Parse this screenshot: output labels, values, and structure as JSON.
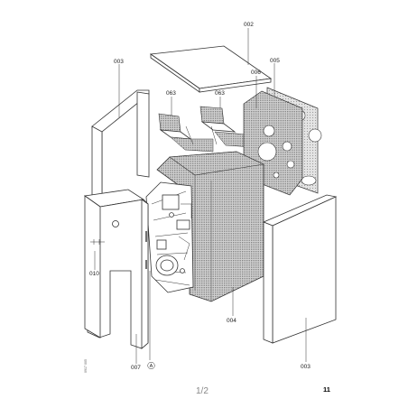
{
  "diagram": {
    "parts": [
      {
        "id": "p002",
        "label": "002"
      },
      {
        "id": "p003a",
        "label": "003"
      },
      {
        "id": "p063a",
        "label": "063"
      },
      {
        "id": "p063b",
        "label": "063"
      },
      {
        "id": "p006",
        "label": "006"
      },
      {
        "id": "p005",
        "label": "005"
      },
      {
        "id": "p010",
        "label": "010"
      },
      {
        "id": "p004",
        "label": "004"
      },
      {
        "id": "p007",
        "label": "007"
      },
      {
        "id": "pA",
        "label": "A"
      },
      {
        "id": "p003b",
        "label": "003"
      }
    ],
    "page_indicator": "1/2",
    "sheet_number": "11",
    "doc_code": "0917 005"
  }
}
